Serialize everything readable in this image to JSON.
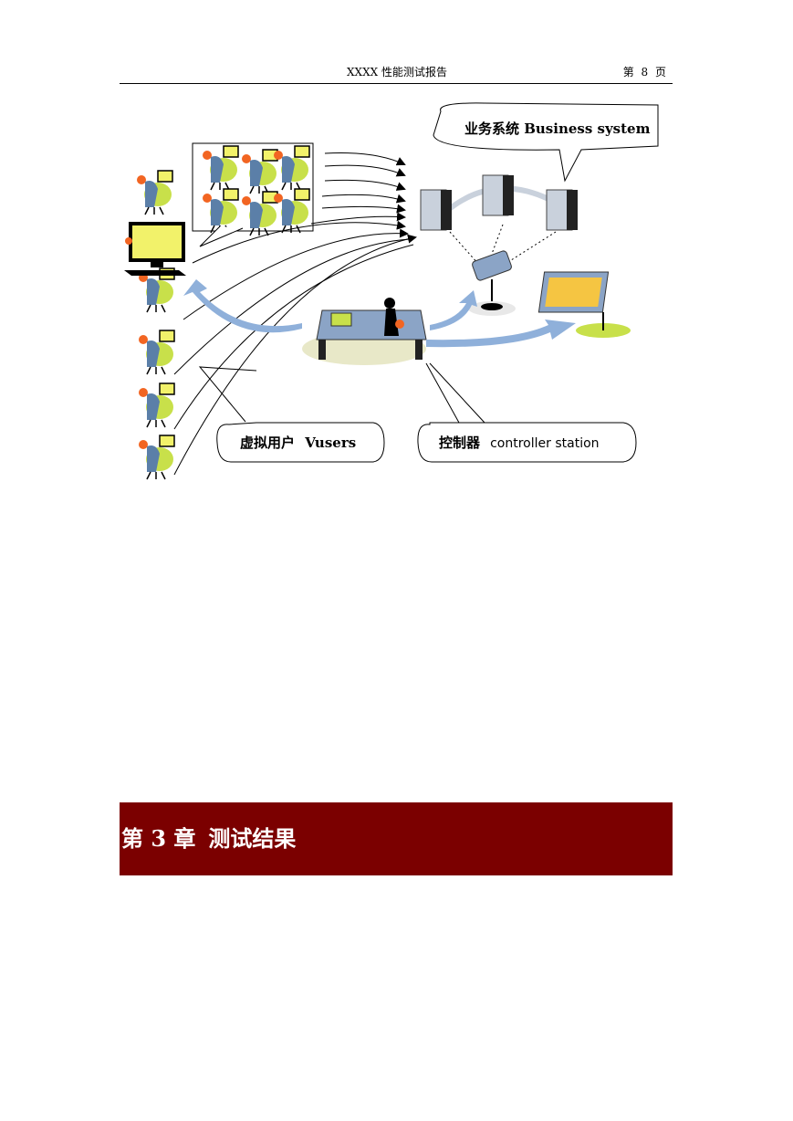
{
  "header": {
    "title": "XXXX 性能测试报告",
    "page_label": "第 8 页"
  },
  "figure": {
    "business_system_label": "业务系统 Business system",
    "vusers_label_cn": "虚拟用户",
    "vusers_label_en": "Vusers",
    "controller_label_cn": "控制器",
    "controller_label_en": "controller station",
    "colors": {
      "user_head": "#f26522",
      "user_body": "#5b7fa8",
      "monitor": "#f2f26a",
      "arrow_blue": "#8fb0da",
      "server": "#c9d1dc",
      "chapter_band": "#7b0000"
    }
  },
  "chapter": {
    "number": "第 3 章",
    "title": "测试结果"
  }
}
